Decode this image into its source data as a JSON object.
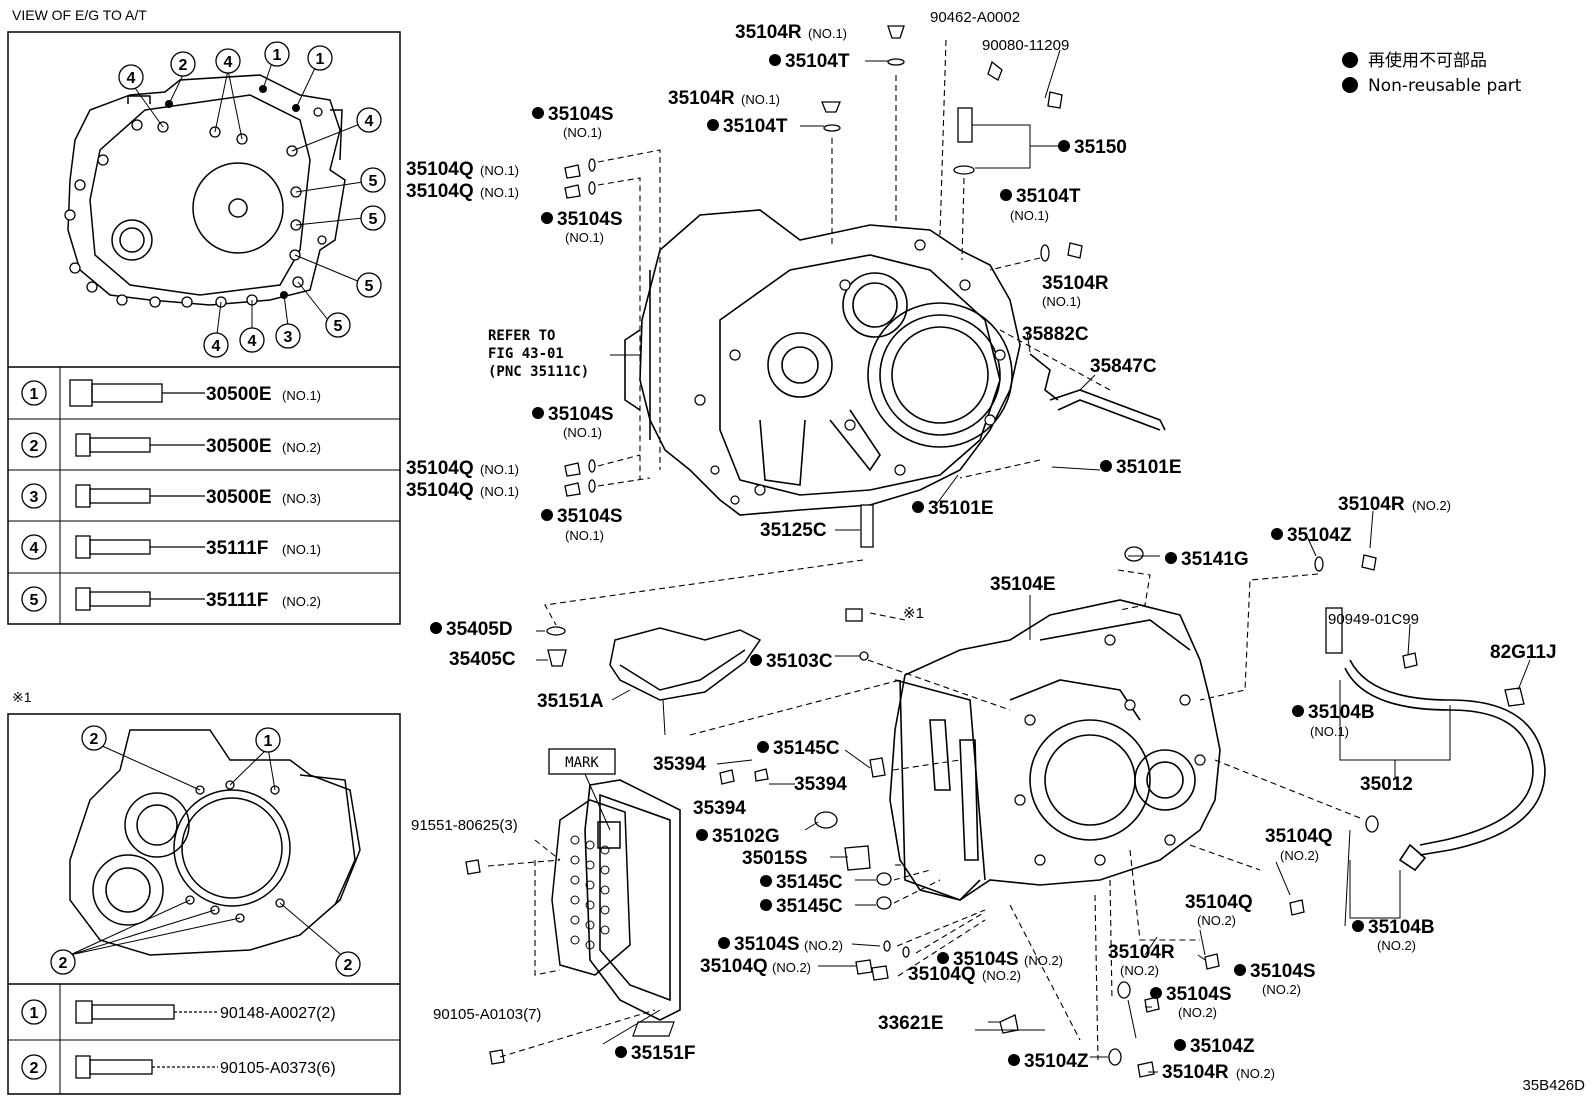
{
  "diagram_id": "35B426D",
  "legend": {
    "jp": "再使用不可部品",
    "en": "Non-reusable part"
  },
  "view_panel": {
    "title": "VIEW OF E/G TO A/T",
    "callouts": [
      "1",
      "2",
      "3",
      "4",
      "5"
    ],
    "bolts": [
      {
        "ref": "1",
        "part": "30500E",
        "note": "(NO.1)"
      },
      {
        "ref": "2",
        "part": "30500E",
        "note": "(NO.2)"
      },
      {
        "ref": "3",
        "part": "30500E",
        "note": "(NO.3)"
      },
      {
        "ref": "4",
        "part": "35111F",
        "note": "(NO.1)"
      },
      {
        "ref": "5",
        "part": "35111F",
        "note": "(NO.2)"
      }
    ]
  },
  "star_panel": {
    "title": "※1",
    "callouts": [
      "1",
      "2"
    ],
    "bolts": [
      {
        "ref": "1",
        "part": "90148-A0027(2)"
      },
      {
        "ref": "2",
        "part": "90105-A0373(6)"
      }
    ]
  },
  "refer_note": [
    "REFER TO",
    "FIG 43-01",
    "(PNC 35111C)"
  ],
  "mark_label": "MARK",
  "star_ref": "※1",
  "labels": {
    "p35104R_a": "35104R",
    "no1": "(NO.1)",
    "no2": "(NO.2)",
    "p35104T": "35104T",
    "p90462": "90462-A0002",
    "p90080": "90080-11209",
    "p35104S": "35104S",
    "p35104Q": "35104Q",
    "p35150": "35150",
    "p35104R": "35104R",
    "p35882C": "35882C",
    "p35847C": "35847C",
    "p35101E": "35101E",
    "p35125C": "35125C",
    "p35104Z": "35104Z",
    "p35141G": "35141G",
    "p35104E": "35104E",
    "p35405D": "35405D",
    "p35405C": "35405C",
    "p35103C": "35103C",
    "p35151A": "35151A",
    "p90949": "90949-01C99",
    "p82G11J": "82G11J",
    "p35104B": "35104B",
    "p35145C": "35145C",
    "p35394": "35394",
    "p35012": "35012",
    "p91551": "91551-80625(3)",
    "p35102G": "35102G",
    "p35015S": "35015S",
    "p33621E": "33621E",
    "p90105": "90105-A0103(7)",
    "p35151F": "35151F"
  }
}
